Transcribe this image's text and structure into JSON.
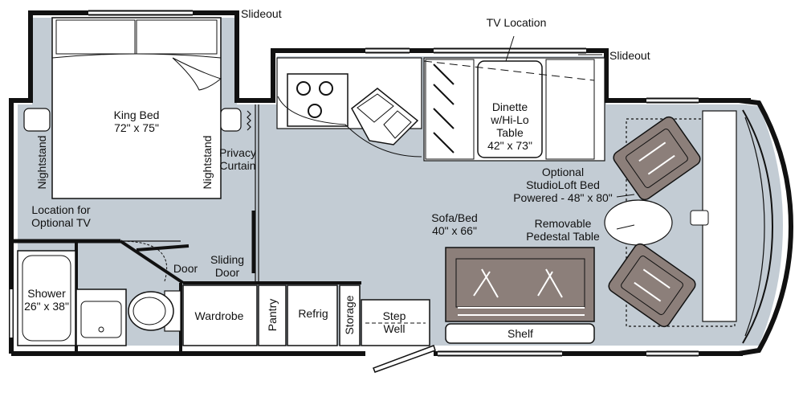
{
  "labels": {
    "slideout_bedroom": "Slideout",
    "slideout_living": "Slideout",
    "tv_location": "TV Location",
    "king_bed": "King Bed",
    "king_bed_size": "72\" x 75\"",
    "nightstand_left": "Nightstand",
    "nightstand_right": "Nightstand",
    "privacy_curtain_1": "Privacy",
    "privacy_curtain_2": "Curtain",
    "optional_tv_1": "Location for",
    "optional_tv_2": "Optional TV",
    "dinette_1": "Dinette",
    "dinette_2": "w/Hi-Lo",
    "dinette_3": "Table",
    "dinette_size": "42\" x 73\"",
    "studioloft_1": "Optional",
    "studioloft_2": "StudioLoft Bed",
    "studioloft_3": "Powered - 48\" x 80\"",
    "removable_1": "Removable",
    "removable_2": "Pedestal Table",
    "sofa_1": "Sofa/Bed",
    "sofa_2": "40\" x 66\"",
    "door": "Door",
    "sliding_door_1": "Sliding",
    "sliding_door_2": "Door",
    "shower": "Shower",
    "shower_size": "26\" x 38\"",
    "wardrobe": "Wardrobe",
    "pantry": "Pantry",
    "refrig": "Refrig",
    "storage": "Storage",
    "step_1": "Step",
    "step_2": "Well",
    "shelf": "Shelf"
  },
  "colors": {
    "floor": "#c3ccd4",
    "wall": "#111111",
    "furniture": "#ffffff",
    "chair": "#8c7f7a"
  }
}
